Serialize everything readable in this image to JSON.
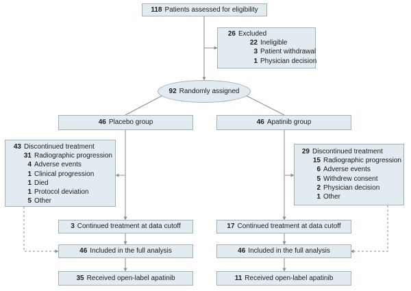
{
  "assessed": {
    "n": "118",
    "label": "Patients assessed for eligibility"
  },
  "excluded": {
    "n": "26",
    "label": "Excluded",
    "items": [
      {
        "n": "22",
        "label": "Ineligible"
      },
      {
        "n": "3",
        "label": "Patient withdrawal"
      },
      {
        "n": "1",
        "label": "Physician decision"
      }
    ]
  },
  "randomized": {
    "n": "92",
    "label": "Randomly assigned"
  },
  "placebo": {
    "group": {
      "n": "46",
      "label": "Placebo group"
    },
    "discontinued": {
      "n": "43",
      "label": "Discontinued treatment",
      "items": [
        {
          "n": "31",
          "label": "Radiographic progression"
        },
        {
          "n": "4",
          "label": "Adverse events"
        },
        {
          "n": "1",
          "label": "Clinical progression"
        },
        {
          "n": "1",
          "label": "Died"
        },
        {
          "n": "1",
          "label": "Protocol deviation"
        },
        {
          "n": "5",
          "label": "Other"
        }
      ]
    },
    "continued": {
      "n": "3",
      "label": "Continued treatment at data cutoff"
    },
    "analysis": {
      "n": "46",
      "label": "Included in the full analysis"
    },
    "openlabel": {
      "n": "35",
      "label": "Received open-label apatinib"
    }
  },
  "apatinib": {
    "group": {
      "n": "46",
      "label": "Apatinib group"
    },
    "discontinued": {
      "n": "29",
      "label": "Discontinued treatment",
      "items": [
        {
          "n": "15",
          "label": "Radiographic progression"
        },
        {
          "n": "6",
          "label": "Adverse events"
        },
        {
          "n": "5",
          "label": "Withdrew consent"
        },
        {
          "n": "2",
          "label": "Physician decision"
        },
        {
          "n": "1",
          "label": "Other"
        }
      ]
    },
    "continued": {
      "n": "17",
      "label": "Continued treatment at data cutoff"
    },
    "analysis": {
      "n": "46",
      "label": "Included in the full analysis"
    },
    "openlabel": {
      "n": "11",
      "label": "Received open-label apatinib"
    }
  },
  "colors": {
    "box_fill": "#e2ecf0",
    "box_border": "#9fb1b9",
    "connector": "#8a8a8a"
  }
}
